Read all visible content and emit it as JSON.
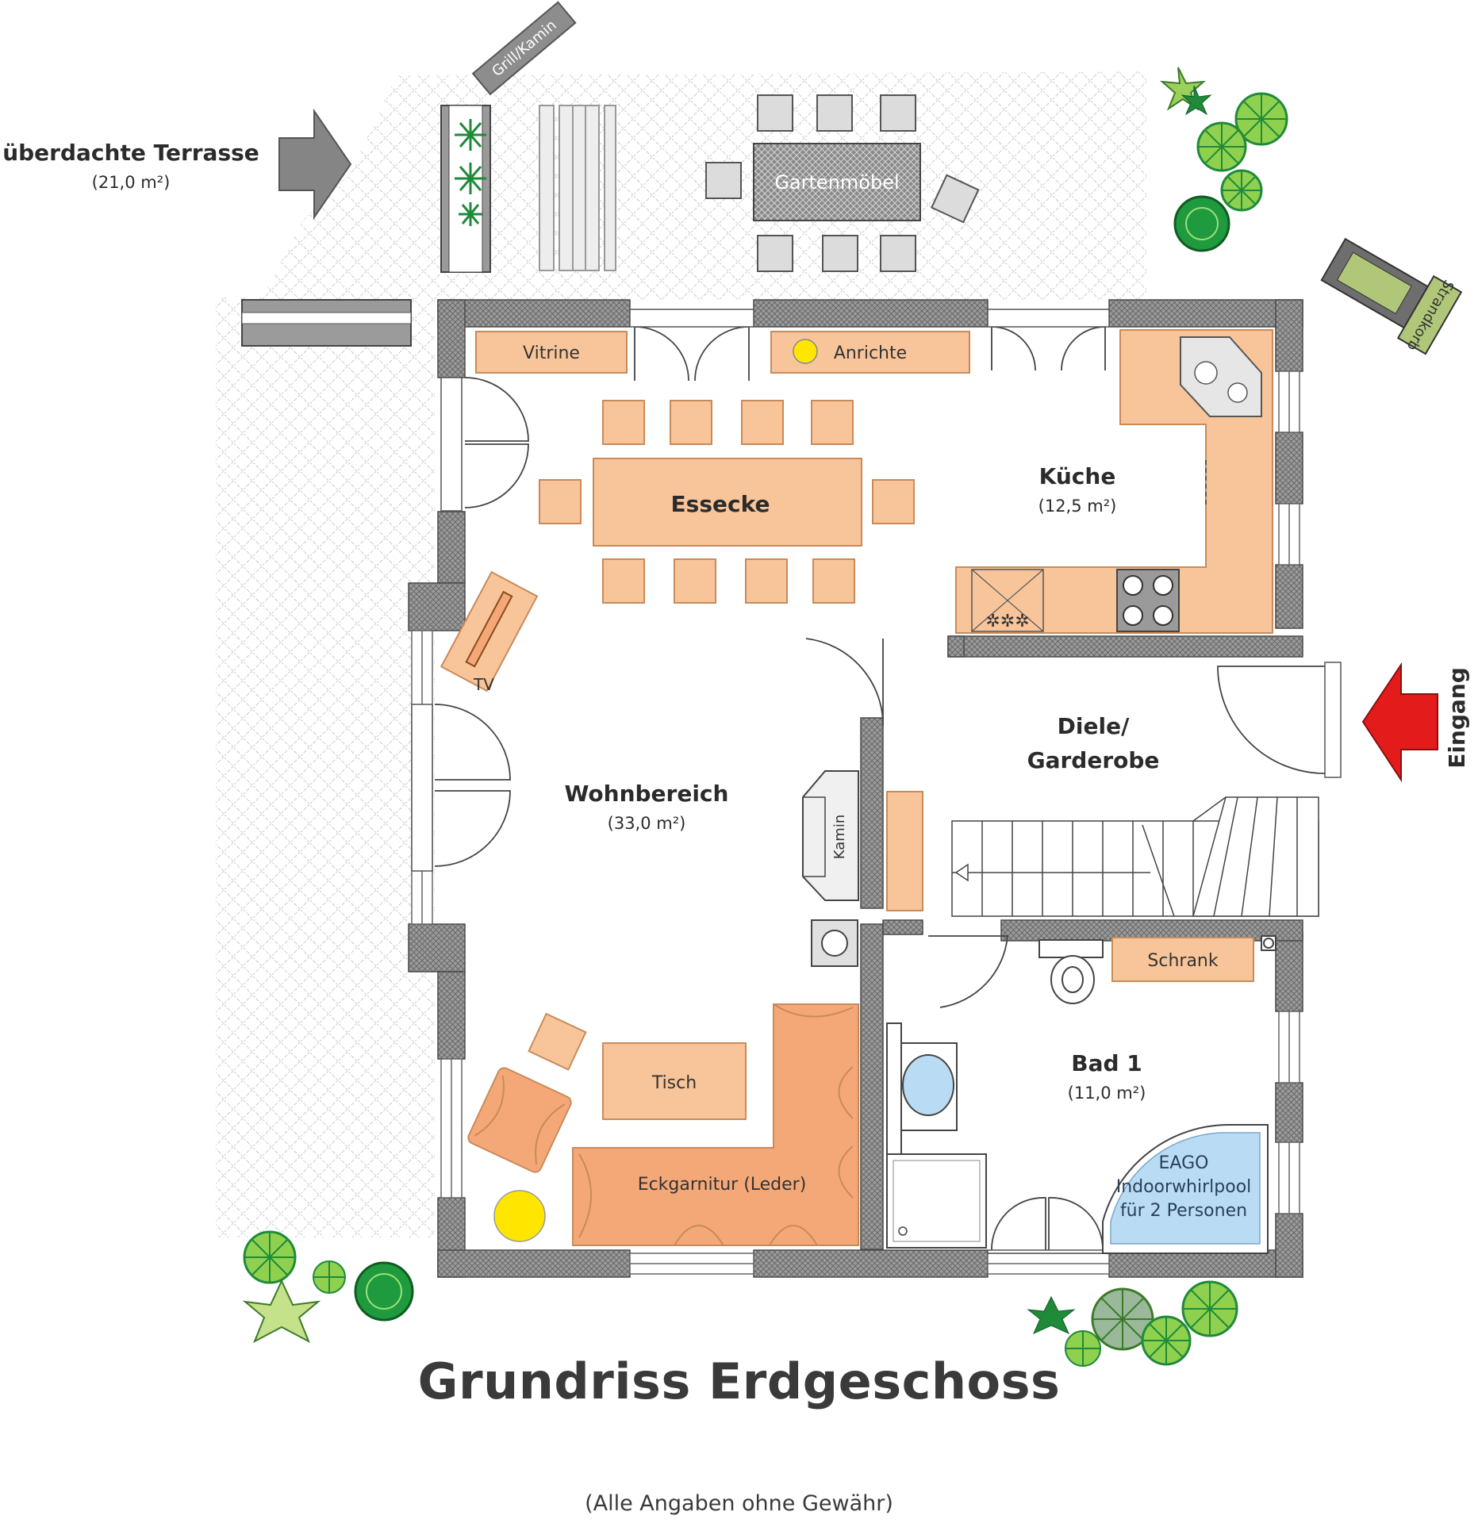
{
  "title": "Grundriss Erdgeschoss",
  "disclaimer": "(Alle Angaben ohne Gewähr)",
  "terrace": {
    "label": "überdachte Terrasse",
    "area": "(21,0 m²)"
  },
  "entrance": {
    "label": "Eingang"
  },
  "rooms": {
    "essecke": {
      "label": "Essecke"
    },
    "kueche": {
      "label": "Küche",
      "area": "(12,5 m²)"
    },
    "wohnbereich": {
      "label": "Wohnbereich",
      "area": "(33,0 m²)"
    },
    "diele": {
      "line1": "Diele/",
      "line2": "Garderobe"
    },
    "bad": {
      "label": "Bad 1",
      "area": "(11,0 m²)"
    }
  },
  "furniture": {
    "vitrine": "Vitrine",
    "anrichte": "Anrichte",
    "tv": "TV",
    "kamin": "Kamin",
    "tisch": "Tisch",
    "sofa": "Eckgarnitur (Leder)",
    "schrank": "Schrank",
    "whirlpool": {
      "line1": "EAGO",
      "line2": "Indoorwhirlpool",
      "line3": "für 2 Personen"
    },
    "grill": "Grill/Kamin",
    "gartenmoebel": "Gartenmöbel",
    "strandkorb": "Strandkorb"
  },
  "colors": {
    "furniture": "#f8c59a",
    "furniture_stroke": "#c98a5a",
    "sofa": "#f4a877",
    "wall": "#8a8a8a",
    "whirlpool": "#b9dcf4",
    "lamp": "#ffe600",
    "arrow_terrace": "#858585",
    "arrow_entrance": "#e41b1b",
    "plant_dark": "#1f8a3a",
    "plant_light": "#8fd14f"
  }
}
